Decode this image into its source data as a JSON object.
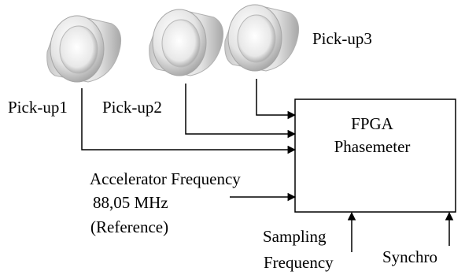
{
  "pickups": [
    {
      "label": "Pick-up1"
    },
    {
      "label": "Pick-up2"
    },
    {
      "label": "Pick-up3"
    }
  ],
  "box": {
    "line1": "FPGA",
    "line2": "Phasemeter"
  },
  "inputs": {
    "accelerator_line1": "Accelerator Frequency",
    "accelerator_line2": "88,05 MHz",
    "accelerator_line3": "(Reference)",
    "sampling_line1": "Sampling",
    "sampling_line2": "Frequency",
    "synchro": "Synchro"
  },
  "colors": {
    "line": "#000000",
    "cylinder_light": "#f4f4f4",
    "cylinder_dark": "#9a9a9a"
  }
}
